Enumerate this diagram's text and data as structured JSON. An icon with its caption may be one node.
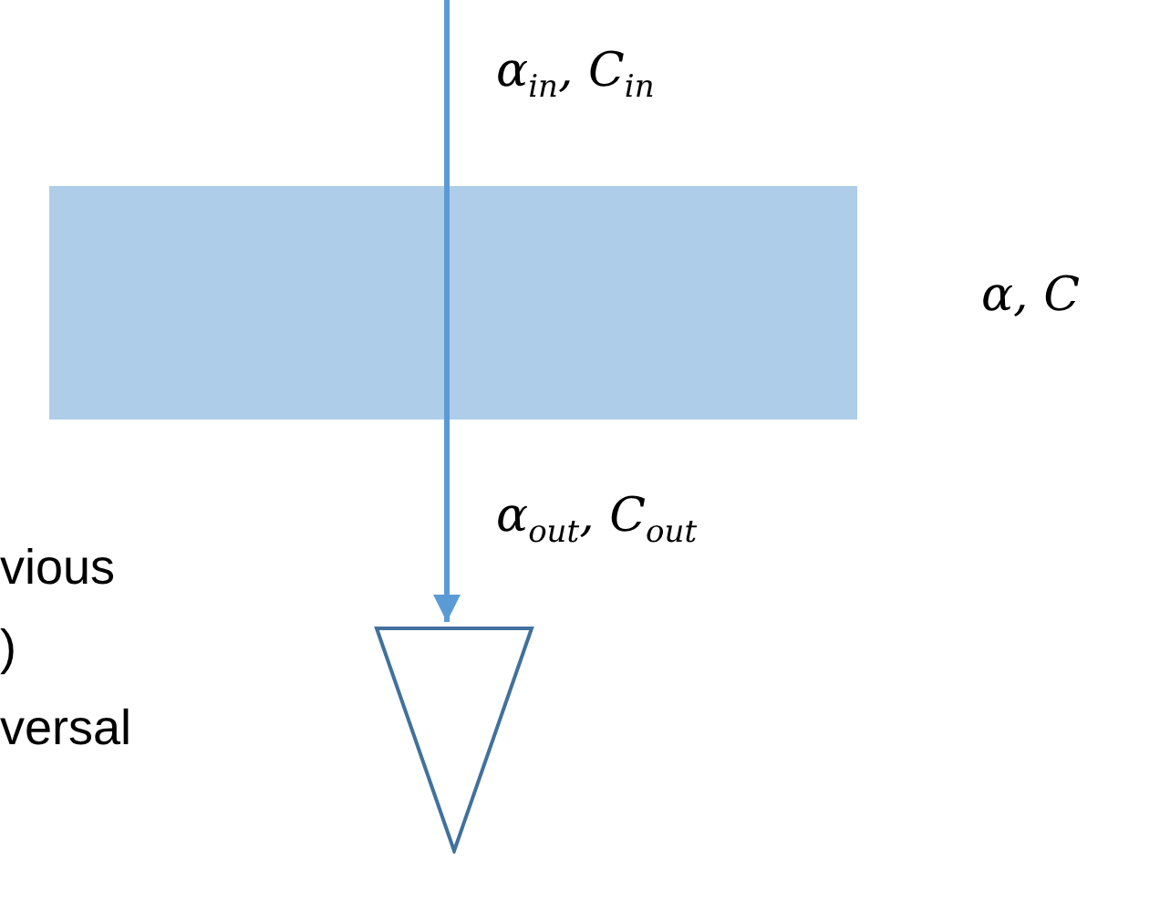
{
  "diagram": {
    "nodes": [
      {
        "text": [],
        "shape": "box",
        "beside": [
          "α, C"
        ]
      },
      {
        "text": [],
        "shape": "triangle"
      }
    ],
    "edges": [
      {
        "from": null,
        "to": 1,
        "arrow": "to"
      }
    ],
    "labels": [
      "α$_{in}$, C$_{in}$",
      "α$_{out}$, C$_{out}$",
      "vious",
      ")",
      "versal"
    ]
  }
}
